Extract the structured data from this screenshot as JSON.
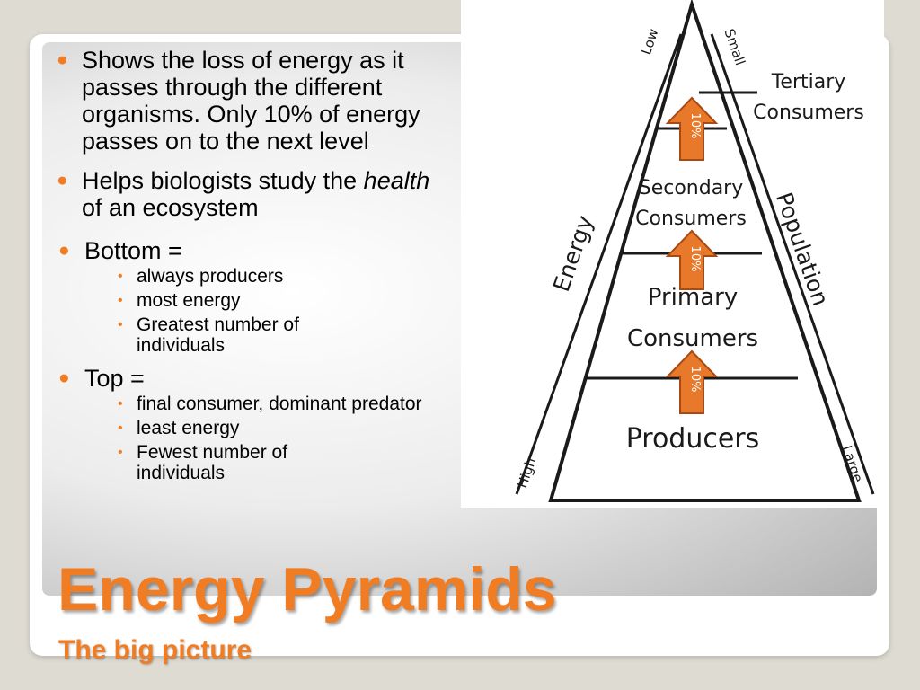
{
  "bullets": {
    "b1": "Shows the loss of energy as it passes through the different organisms. Only 10% of energy passes on to the next level",
    "b2_pre": "Helps biologists study the ",
    "b2_em": "health",
    "b2_post": " of an ecosystem",
    "bottom": {
      "label": "Bottom =",
      "items": [
        "always producers",
        "most energy",
        "Greatest number of individuals"
      ]
    },
    "top": {
      "label": "Top =",
      "items": [
        "final consumer, dominant predator",
        "least energy",
        "Fewest number of individuals"
      ]
    }
  },
  "title": "Energy Pyramids",
  "subtitle": "The big picture",
  "diagram": {
    "levels": {
      "tertiary_1": "Tertiary",
      "tertiary_2": "Consumers",
      "secondary_1": "Secondary",
      "secondary_2": "Consumers",
      "primary_1": "Primary",
      "primary_2": "Consumers",
      "producers": "Producers"
    },
    "arrow_label": "10%",
    "energy_axis": {
      "label": "Energy",
      "low": "Low",
      "high": "High"
    },
    "population_axis": {
      "label": "Population",
      "small": "Small",
      "large": "Large"
    }
  },
  "colors": {
    "accent": "#f07d24",
    "arrow_fill": "#e8792a",
    "arrow_stroke": "#a84a13"
  }
}
